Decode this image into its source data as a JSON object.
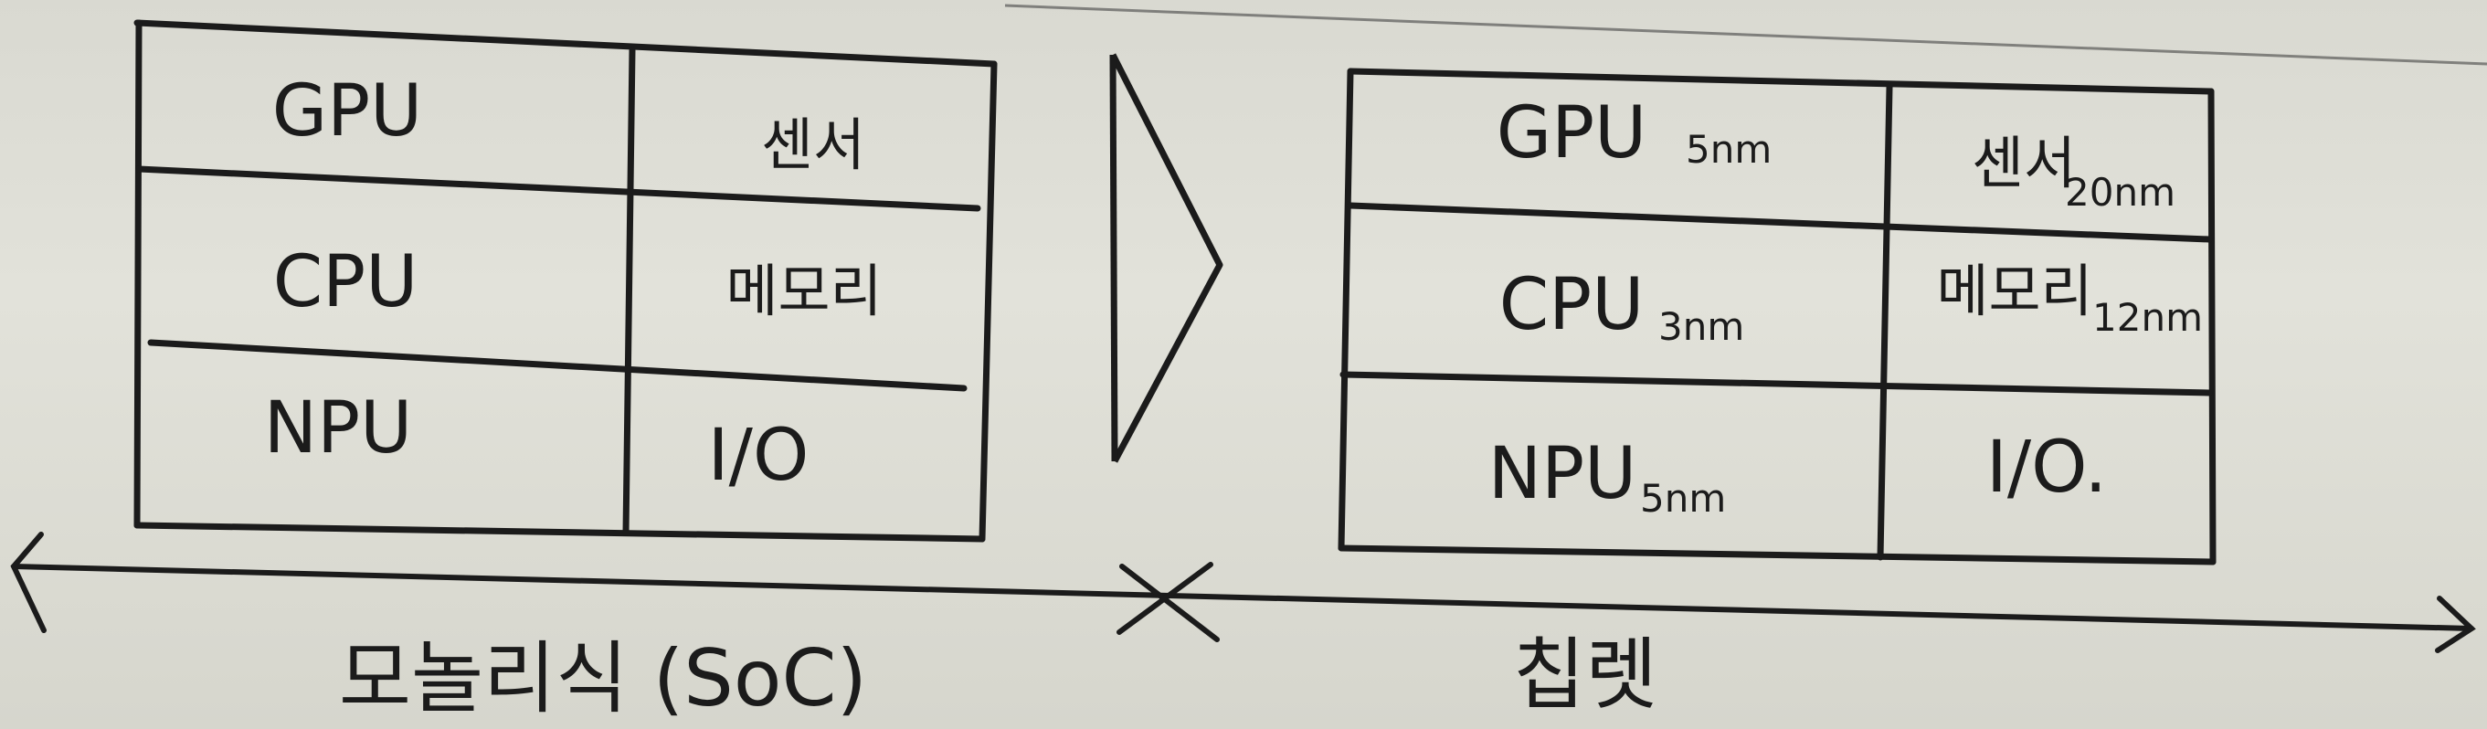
{
  "left_table": {
    "rows": [
      {
        "left": "GPU",
        "right": "센서"
      },
      {
        "left": "CPU",
        "right": "메모리"
      },
      {
        "left": "NPU",
        "right": "I/O"
      }
    ]
  },
  "right_table": {
    "rows": [
      {
        "left": "GPU",
        "left_node": "5nm",
        "right": "센서",
        "right_node": "20nm"
      },
      {
        "left": "CPU",
        "left_node": "3nm",
        "right": "메모리",
        "right_node": "12nm"
      },
      {
        "left": "NPU",
        "left_node": "5nm",
        "right": "I/O.",
        "right_node": ""
      }
    ]
  },
  "labels": {
    "left_caption": "모놀리식 (SoC)",
    "right_caption": "칩렛",
    "separator_mark": "✕"
  },
  "colors": {
    "ink": "#1b1b1b",
    "paper": "#dcdcd4"
  }
}
